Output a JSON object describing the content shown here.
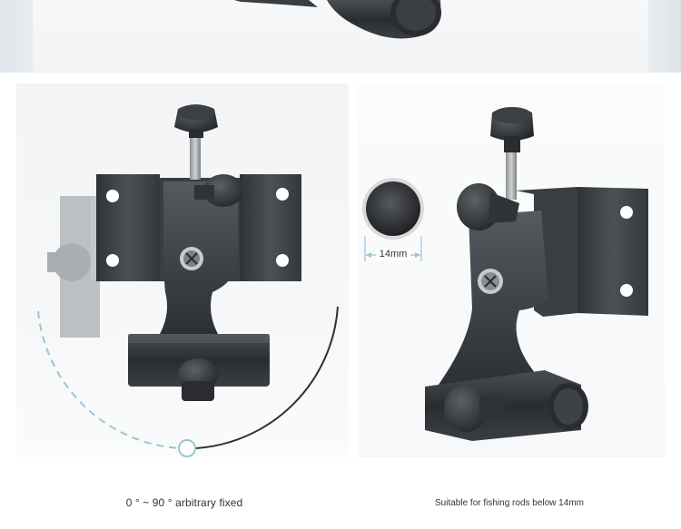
{
  "captions": {
    "angle": "0 ° ~ 90 ° arbitrary fixed",
    "suitable": "Suitable for fishing rods below 14mm"
  },
  "dimension": {
    "diameter": "14mm"
  },
  "colors": {
    "metal": "#3e4246",
    "metal_light": "#5a5f64",
    "arc_accent": "#9cc4d8",
    "arc_dark": "#2f3235"
  }
}
